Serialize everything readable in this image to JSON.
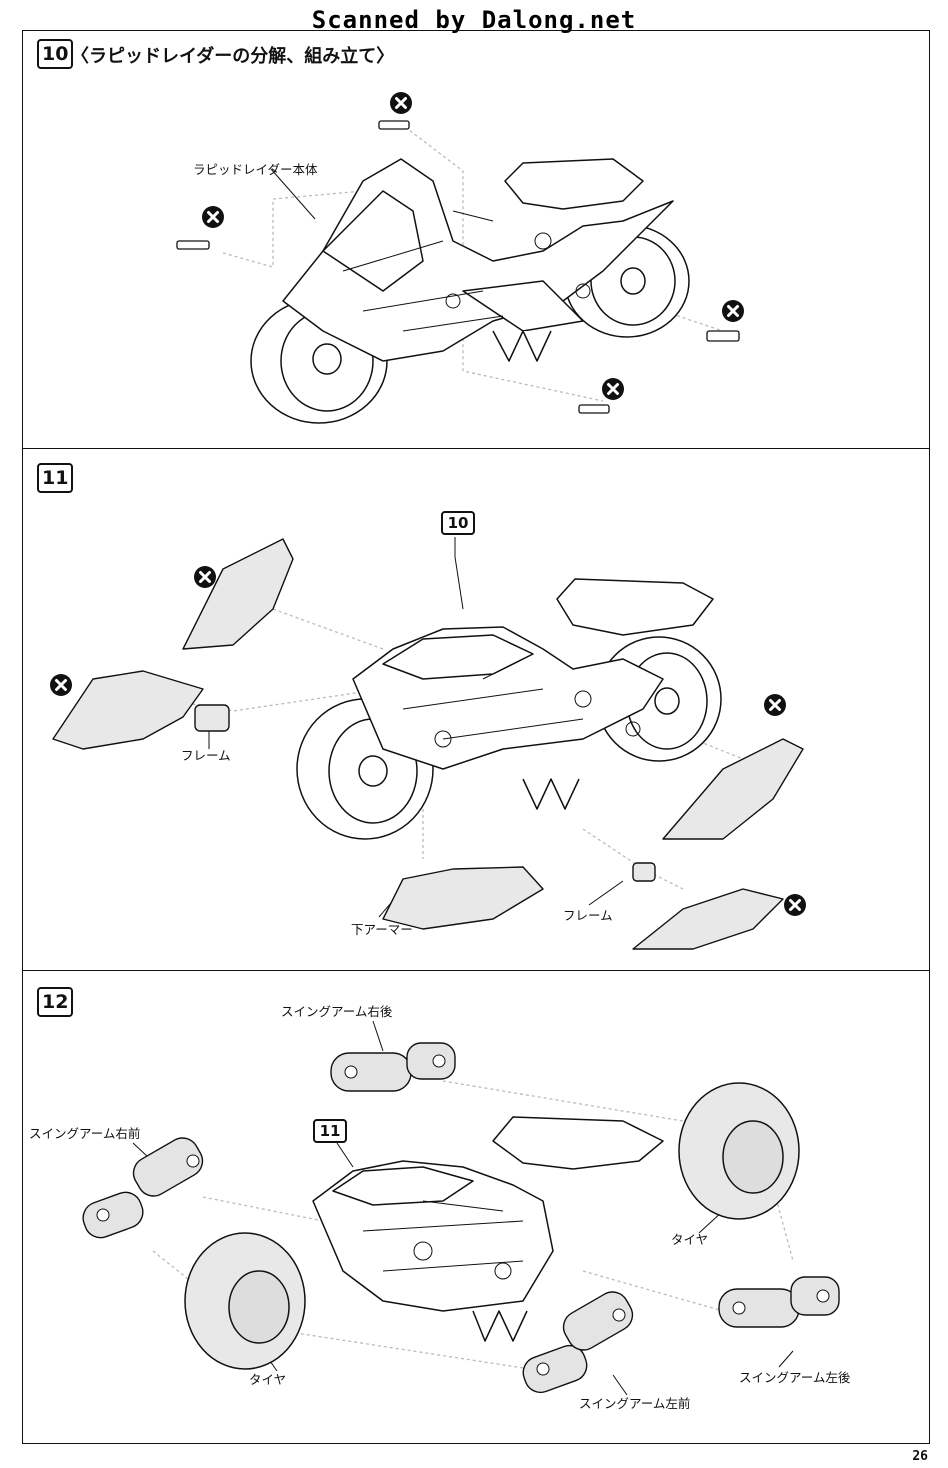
{
  "watermark": "Scanned by Dalong.net",
  "page_number": "26",
  "step10": {
    "number": "10",
    "title": "〈ラピッドレイダーの分解、組み立て〉",
    "label_body": "ラピッドレイダー本体"
  },
  "step11": {
    "number": "11",
    "ref": "10",
    "label_frame_left": "フレーム",
    "label_lower_armor": "下アーマー",
    "label_frame_right": "フレーム"
  },
  "step12": {
    "number": "12",
    "ref": "11",
    "label_swingarm_rr": "スイングアーム右後",
    "label_swingarm_rf": "スイングアーム右前",
    "label_tire_right": "タイヤ",
    "label_tire_left": "タイヤ",
    "label_swingarm_lr": "スイングアーム左後",
    "label_swingarm_lf": "スイングアーム左前"
  },
  "icons": {
    "remove": "remove-x-icon"
  }
}
